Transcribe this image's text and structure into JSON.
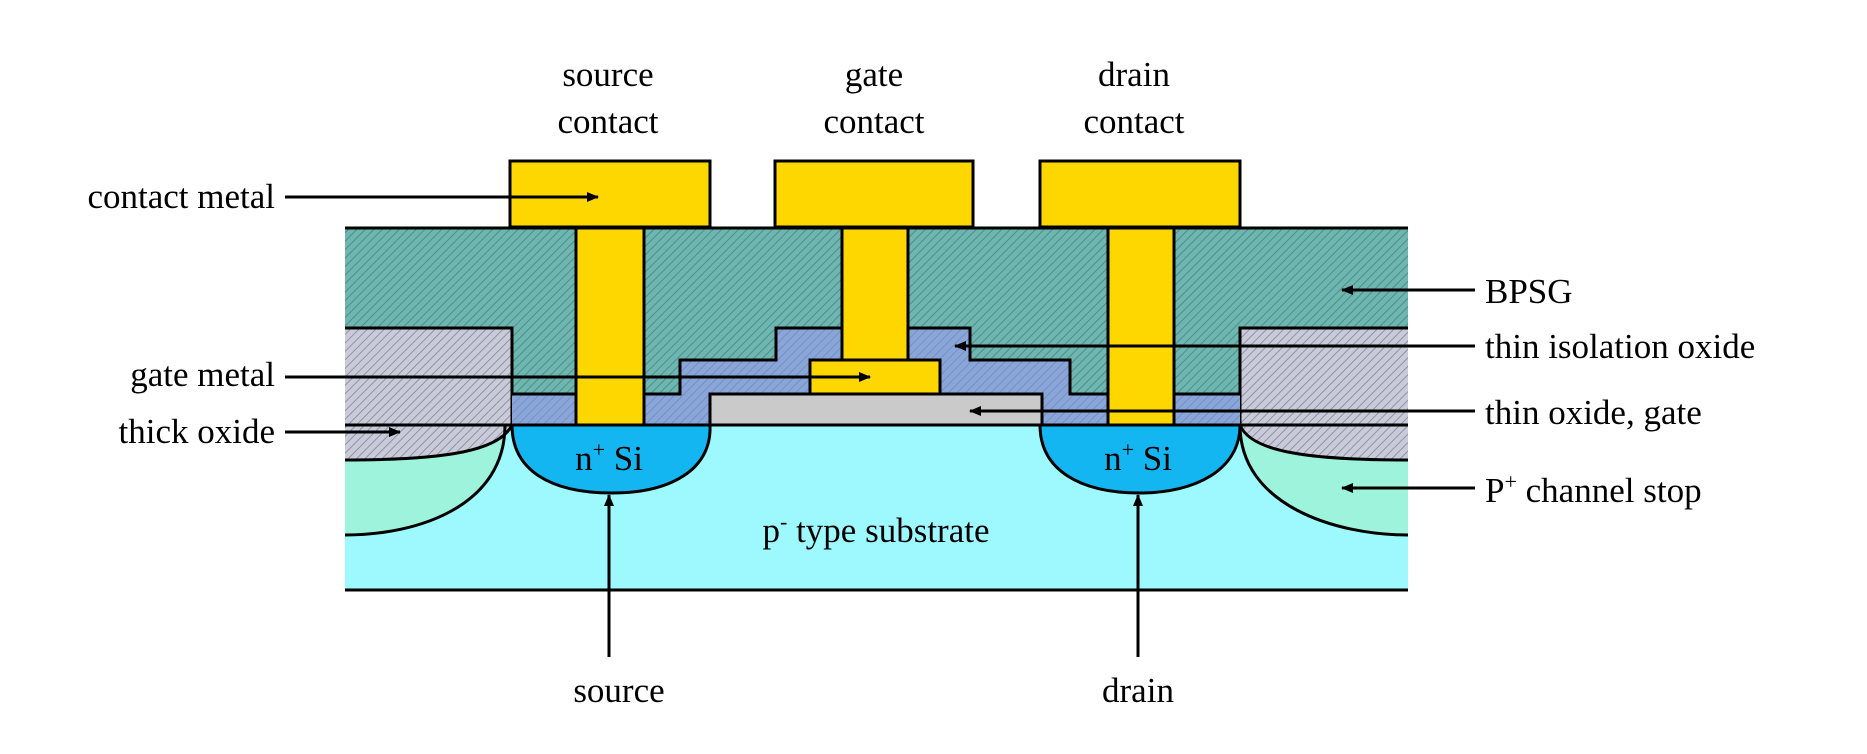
{
  "colors": {
    "contact_metal": "#FFD700",
    "bpsg": "#6FB6B0",
    "thin_isolation_oxide": "#8AA6D8",
    "thin_oxide_gate": "#CACACA",
    "thick_oxide": "#C9CCD8",
    "channel_stop": "#9EF3DC",
    "substrate": "#9EF9FF",
    "n_plus": "#14B6F2"
  },
  "top_labels": {
    "source_contact": [
      "source",
      "contact"
    ],
    "gate_contact": [
      "gate",
      "contact"
    ],
    "drain_contact": [
      "drain",
      "contact"
    ]
  },
  "left_labels": {
    "contact_metal": "contact metal",
    "gate_metal": "gate metal",
    "thick_oxide": "thick oxide"
  },
  "right_labels": {
    "bpsg": "BPSG",
    "thin_isolation_oxide": "thin isolation oxide",
    "thin_oxide_gate": "thin oxide, gate",
    "channel_stop_base": "P",
    "channel_stop_sup": "+",
    "channel_stop_rest": " channel stop"
  },
  "inner_labels": {
    "n_base": "n",
    "n_sup": "+",
    "n_rest": " Si",
    "p_base": "p",
    "p_sup": "-",
    "p_rest": " type substrate"
  },
  "bottom_labels": {
    "source": "source",
    "drain": "drain"
  }
}
